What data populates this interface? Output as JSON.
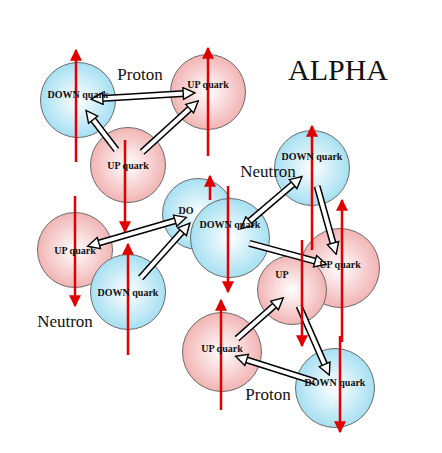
{
  "diagram": {
    "title": "ALPHA",
    "nodes": [
      {
        "text": [
          "DOWN quark"
        ]
      },
      {
        "text": [
          "UP quark"
        ]
      },
      {
        "text": [
          "UP quark"
        ]
      },
      {
        "text": [
          "UP quark"
        ]
      },
      {
        "text": [
          "DOWN quark"
        ]
      },
      {
        "text": [
          "DO"
        ]
      },
      {
        "text": [
          "DOWN quark"
        ]
      },
      {
        "text": [
          "DOWN quark"
        ]
      },
      {
        "text": [
          "UP quark"
        ]
      },
      {
        "text": [
          "UP"
        ]
      },
      {
        "text": [
          "UP quark"
        ]
      },
      {
        "text": [
          "DOWN quark"
        ]
      }
    ],
    "edges": [
      {
        "from": 0,
        "to": 1,
        "arrow": "both"
      },
      {
        "from": 2,
        "to": 0,
        "arrow": "to"
      },
      {
        "from": 2,
        "to": 1,
        "arrow": "to"
      },
      {
        "from": 3,
        "to": 5,
        "arrow": "both"
      },
      {
        "from": 4,
        "to": 5,
        "arrow": "to"
      },
      {
        "from": 6,
        "to": 7,
        "arrow": "both"
      },
      {
        "from": 7,
        "to": 8,
        "arrow": "to"
      },
      {
        "from": 6,
        "to": 8,
        "arrow": "to"
      },
      {
        "from": 10,
        "to": 9,
        "arrow": "to"
      },
      {
        "from": 11,
        "to": 10,
        "arrow": "to"
      },
      {
        "from": 9,
        "to": 11,
        "arrow": "to"
      }
    ],
    "labels": [
      "Proton",
      "Neutron",
      "Neutron",
      "Proton"
    ]
  }
}
